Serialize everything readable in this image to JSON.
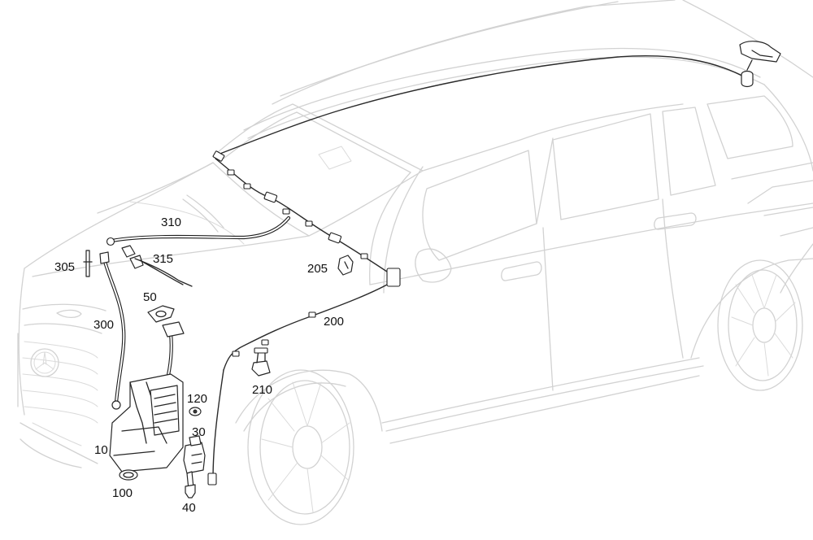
{
  "diagram": {
    "callouts": {
      "c10": "10",
      "c30": "30",
      "c40": "40",
      "c50": "50",
      "c100": "100",
      "c120": "120",
      "c200": "200",
      "c205": "205",
      "c210": "210",
      "c300": "300",
      "c305": "305",
      "c310": "310",
      "c315": "315"
    },
    "colors": {
      "vehicle_outline": "#d2d2d2",
      "parts": "#262626",
      "labels": "#111111",
      "background": "#ffffff"
    }
  }
}
